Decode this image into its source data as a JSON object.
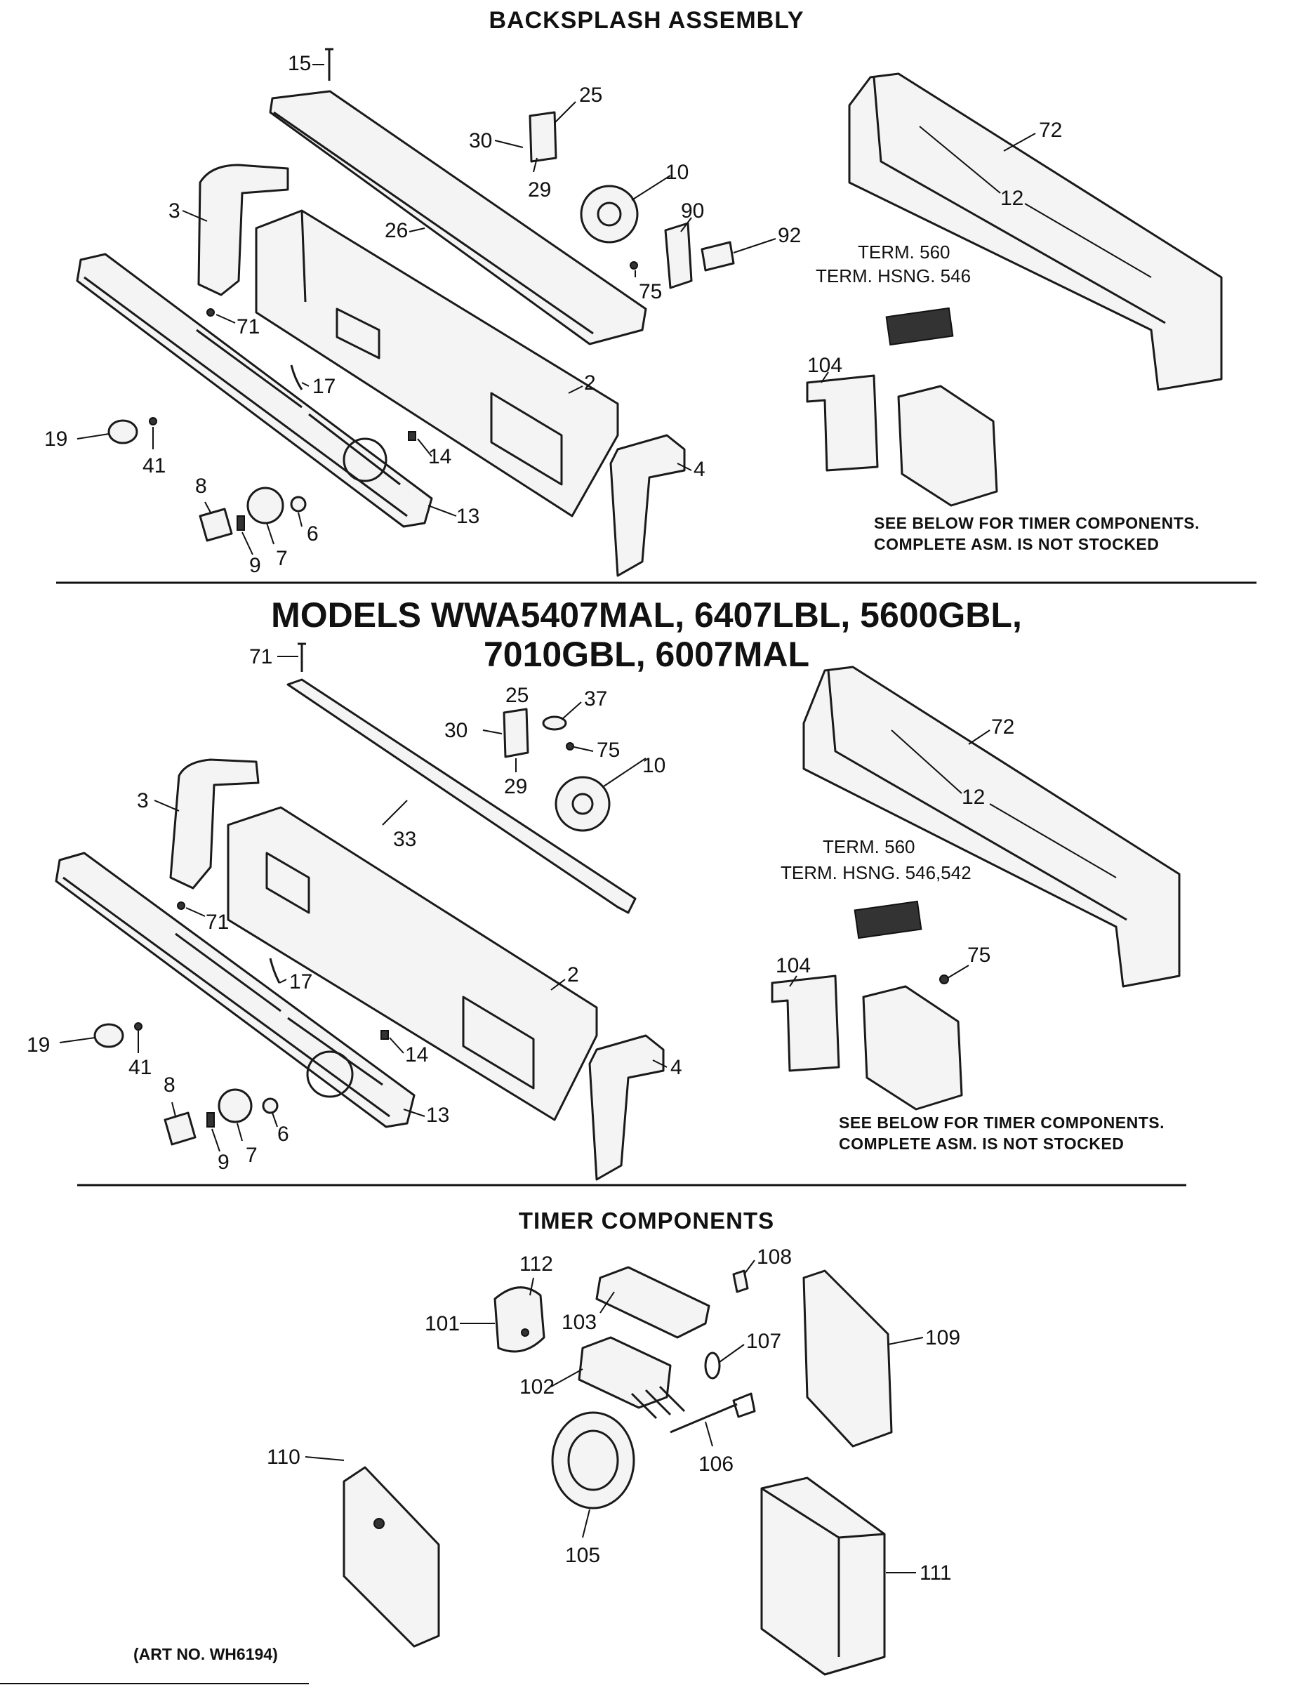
{
  "titles": {
    "backsplash": "BACKSPLASH ASSEMBLY",
    "models_line1": "MODELS WWA5407MAL, 6407LBL, 5600GBL,",
    "models_line2": "7010GBL, 6007MAL",
    "timer": "TIMER COMPONENTS"
  },
  "notes": {
    "top_line1": "SEE BELOW FOR TIMER COMPONENTS.",
    "top_line2": "COMPLETE ASM. IS NOT STOCKED",
    "mid_line1": "SEE BELOW FOR TIMER COMPONENTS.",
    "mid_line2": "COMPLETE ASM. IS NOT STOCKED"
  },
  "terminal_labels": {
    "top_term": "TERM. 560",
    "top_hsng": "TERM. HSNG. 546",
    "mid_term": "TERM. 560",
    "mid_hsng": "TERM. HSNG. 546,542"
  },
  "art_number": "(ART NO. WH6194)",
  "callouts": {
    "top": [
      "15",
      "25",
      "30",
      "29",
      "10",
      "72",
      "3",
      "26",
      "90",
      "92",
      "12",
      "75",
      "71",
      "17",
      "2",
      "104",
      "19",
      "41",
      "14",
      "4",
      "8",
      "6",
      "13",
      "9",
      "7"
    ],
    "middle": [
      "71",
      "25",
      "37",
      "30",
      "75",
      "29",
      "10",
      "72",
      "3",
      "33",
      "12",
      "71",
      "17",
      "2",
      "75",
      "104",
      "19",
      "41",
      "14",
      "4",
      "8",
      "6",
      "13",
      "9",
      "7"
    ],
    "timer": [
      "112",
      "108",
      "101",
      "103",
      "109",
      "107",
      "102",
      "110",
      "106",
      "105",
      "111"
    ]
  }
}
